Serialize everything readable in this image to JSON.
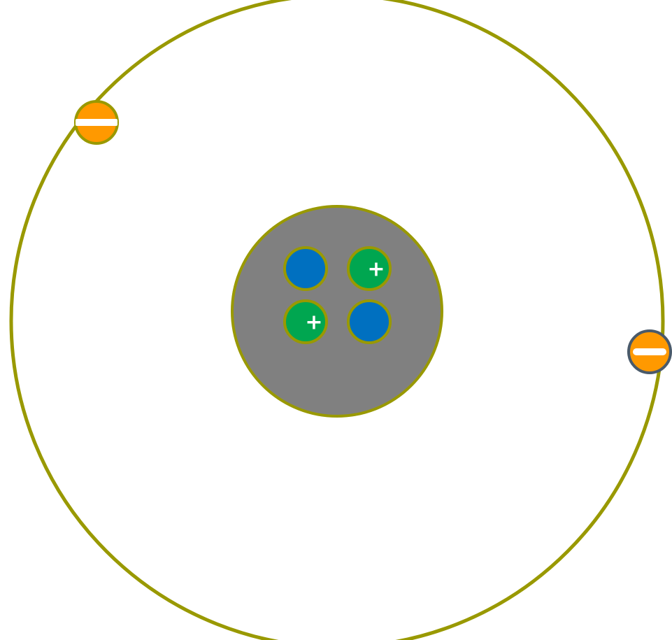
{
  "diagram": {
    "type": "atom-model",
    "colors": {
      "background": "#ffffff",
      "orbit": "#999900",
      "nucleus_fill": "#808080",
      "nucleus_stroke": "#999900",
      "proton_fill": "#00a650",
      "neutron_fill": "#0070c0",
      "particle_stroke": "#999900",
      "electron_fill": "#ff9900",
      "electron_stroke_left": "#999900",
      "electron_stroke_right": "#4a5a6a",
      "charge_sign": "#ffffff"
    },
    "nucleus": {
      "protons": [
        {
          "charge_label": "+"
        },
        {
          "charge_label": "+"
        }
      ],
      "neutrons": [
        {
          "charge_label": ""
        },
        {
          "charge_label": ""
        }
      ]
    },
    "electrons": [
      {
        "charge_icon": "minus-icon"
      },
      {
        "charge_icon": "minus-icon"
      }
    ],
    "counts": {
      "protons": 2,
      "neutrons": 2,
      "electrons": 2
    }
  }
}
